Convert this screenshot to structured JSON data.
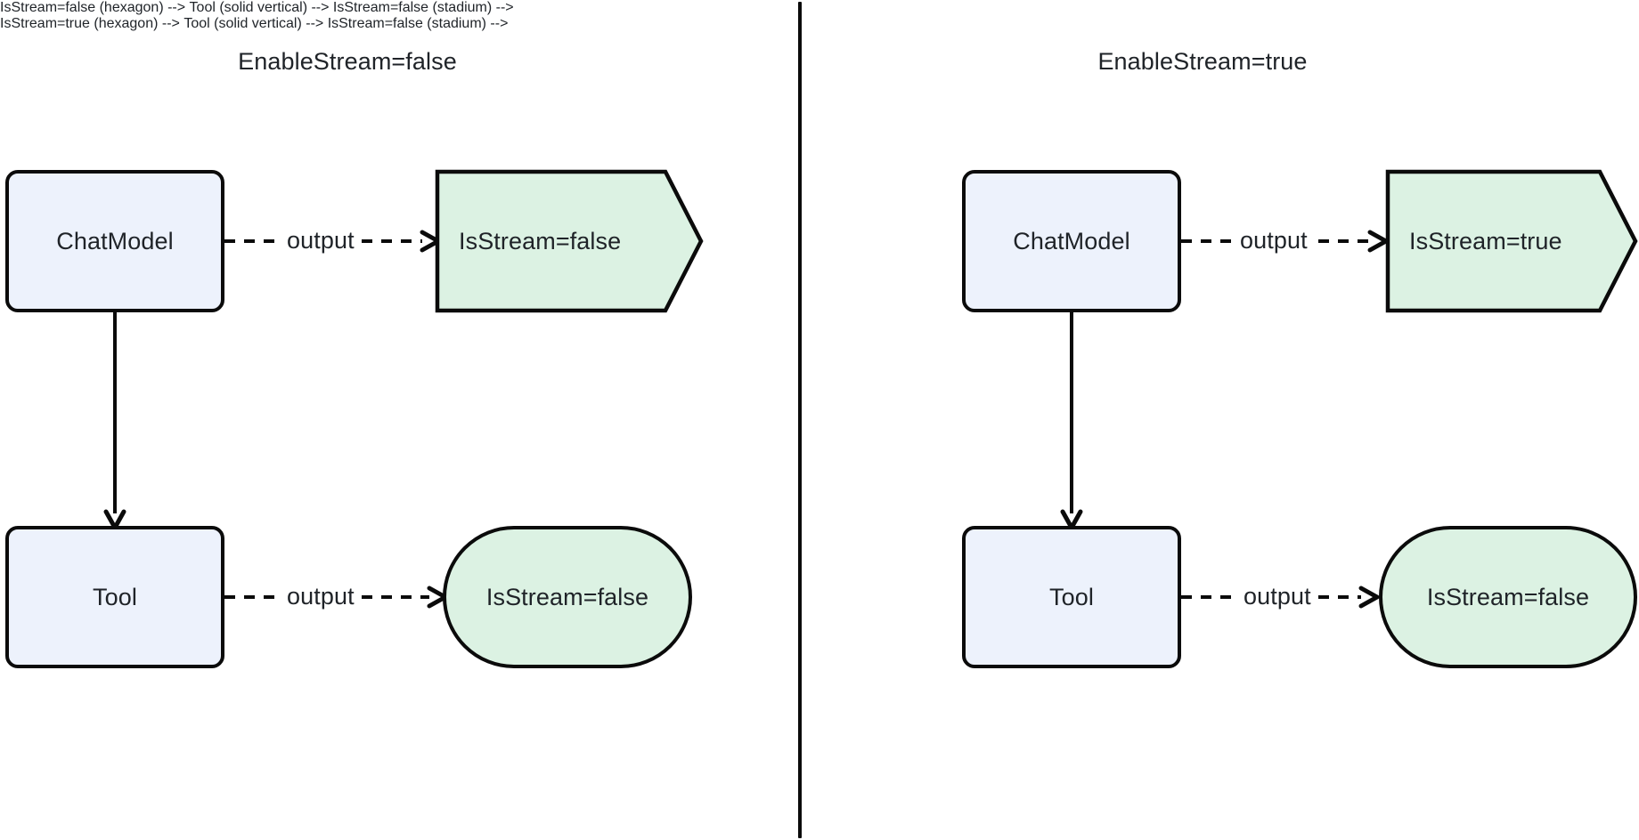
{
  "diagram": {
    "type": "flowchart",
    "background": "#ffffff",
    "colors": {
      "process_fill": "#edf2fc",
      "result_fill": "#dcf2e3",
      "stroke": "#0b0b0b",
      "text": "#1f2328",
      "divider": "#0b0b0b"
    },
    "divider": {
      "orientation": "vertical",
      "name": "panel-divider"
    },
    "panels": [
      {
        "id": "left",
        "title": "EnableStream=false",
        "nodes": [
          {
            "id": "chatmodel",
            "label": "ChatModel",
            "shape": "rounded-rect",
            "fill": "#edf2fc"
          },
          {
            "id": "chat-result",
            "label": "IsStream=false",
            "shape": "hexagon-flag",
            "fill": "#dcf2e3"
          },
          {
            "id": "tool",
            "label": "Tool",
            "shape": "rounded-rect",
            "fill": "#edf2fc"
          },
          {
            "id": "tool-result",
            "label": "IsStream=false",
            "shape": "stadium",
            "fill": "#dcf2e3"
          }
        ],
        "edges": [
          {
            "id": "chat-to-result",
            "from": "chatmodel",
            "to": "chat-result",
            "label": "output",
            "style": "dashed",
            "arrow": true
          },
          {
            "id": "chat-to-tool",
            "from": "chatmodel",
            "to": "tool",
            "label": "",
            "style": "solid",
            "arrow": true
          },
          {
            "id": "tool-to-result",
            "from": "tool",
            "to": "tool-result",
            "label": "output",
            "style": "dashed",
            "arrow": true
          }
        ]
      },
      {
        "id": "right",
        "title": "EnableStream=true",
        "nodes": [
          {
            "id": "chatmodel",
            "label": "ChatModel",
            "shape": "rounded-rect",
            "fill": "#edf2fc"
          },
          {
            "id": "chat-result",
            "label": "IsStream=true",
            "shape": "hexagon-flag",
            "fill": "#dcf2e3"
          },
          {
            "id": "tool",
            "label": "Tool",
            "shape": "rounded-rect",
            "fill": "#edf2fc"
          },
          {
            "id": "tool-result",
            "label": "IsStream=false",
            "shape": "stadium",
            "fill": "#dcf2e3"
          }
        ],
        "edges": [
          {
            "id": "chat-to-result",
            "from": "chatmodel",
            "to": "chat-result",
            "label": "output",
            "style": "dashed",
            "arrow": true
          },
          {
            "id": "chat-to-tool",
            "from": "chatmodel",
            "to": "tool",
            "label": "",
            "style": "solid",
            "arrow": true
          },
          {
            "id": "tool-to-result",
            "from": "tool",
            "to": "tool-result",
            "label": "output",
            "style": "dashed",
            "arrow": true
          }
        ]
      }
    ]
  }
}
